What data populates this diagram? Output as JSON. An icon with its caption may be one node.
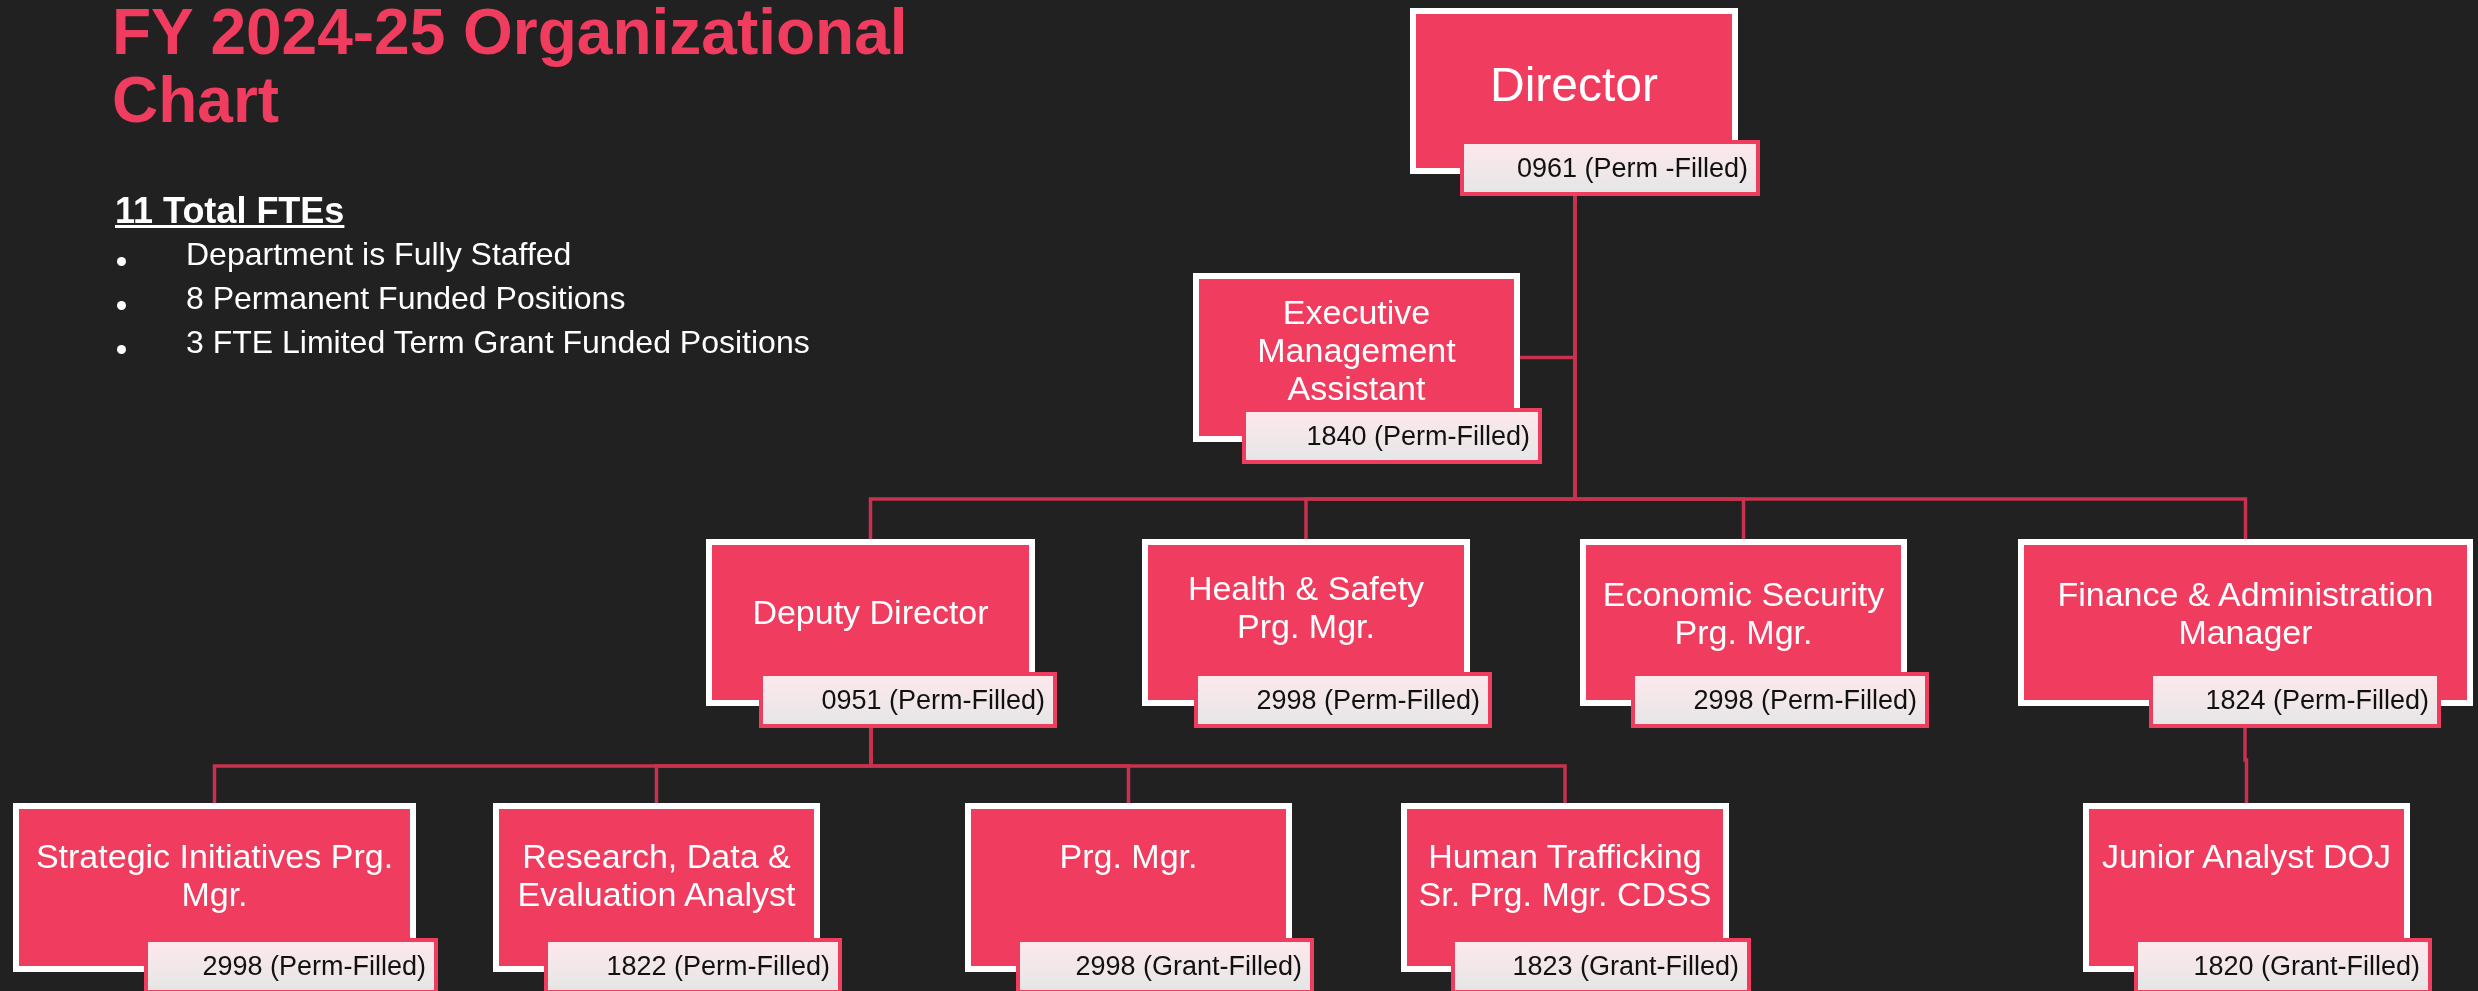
{
  "diagram": {
    "title": "FY 2024-25 Organizational Chart",
    "nodes": [
      {
        "text": [
          "Director",
          "0961 (Perm -Filled)"
        ]
      },
      {
        "text": [
          "Executive Management Assistant",
          "1840 (Perm-Filled)"
        ]
      },
      {
        "text": [
          "Deputy Director",
          "0951 (Perm-Filled)"
        ]
      },
      {
        "text": [
          "Health & Safety Prg. Mgr.",
          "2998 (Perm-Filled)"
        ]
      },
      {
        "text": [
          "Economic Security Prg. Mgr.",
          "2998 (Perm-Filled)"
        ]
      },
      {
        "text": [
          "Finance & Administration Manager",
          "1824 (Perm-Filled)"
        ]
      },
      {
        "text": [
          "Strategic Initiatives Prg. Mgr.",
          "2998 (Perm-Filled)"
        ]
      },
      {
        "text": [
          "Research, Data & Evaluation Analyst",
          "1822 (Perm-Filled)"
        ]
      },
      {
        "text": [
          "Prg. Mgr.",
          "2998 (Grant-Filled)"
        ]
      },
      {
        "text": [
          "Human Trafficking Sr. Prg. Mgr. CDSS",
          "1823 (Grant-Filled)"
        ]
      },
      {
        "text": [
          "Junior Analyst DOJ",
          "1820 (Grant-Filled)"
        ]
      }
    ],
    "edges": [
      {
        "from": 0,
        "to": 1,
        "arrow": "none"
      },
      {
        "from": 0,
        "to": 2,
        "arrow": "none"
      },
      {
        "from": 0,
        "to": 3,
        "arrow": "none"
      },
      {
        "from": 0,
        "to": 4,
        "arrow": "none"
      },
      {
        "from": 0,
        "to": 5,
        "arrow": "none"
      },
      {
        "from": 2,
        "to": 6,
        "arrow": "none"
      },
      {
        "from": 2,
        "to": 7,
        "arrow": "none"
      },
      {
        "from": 2,
        "to": 8,
        "arrow": "none"
      },
      {
        "from": 2,
        "to": 9,
        "arrow": "none"
      },
      {
        "from": 5,
        "to": 10,
        "arrow": "none"
      }
    ],
    "labels": [
      "11 Total FTEs",
      "Department is Fully Staffed",
      "8 Permanent Funded Positions",
      "3 FTE Limited Term Grant Funded Positions"
    ]
  }
}
